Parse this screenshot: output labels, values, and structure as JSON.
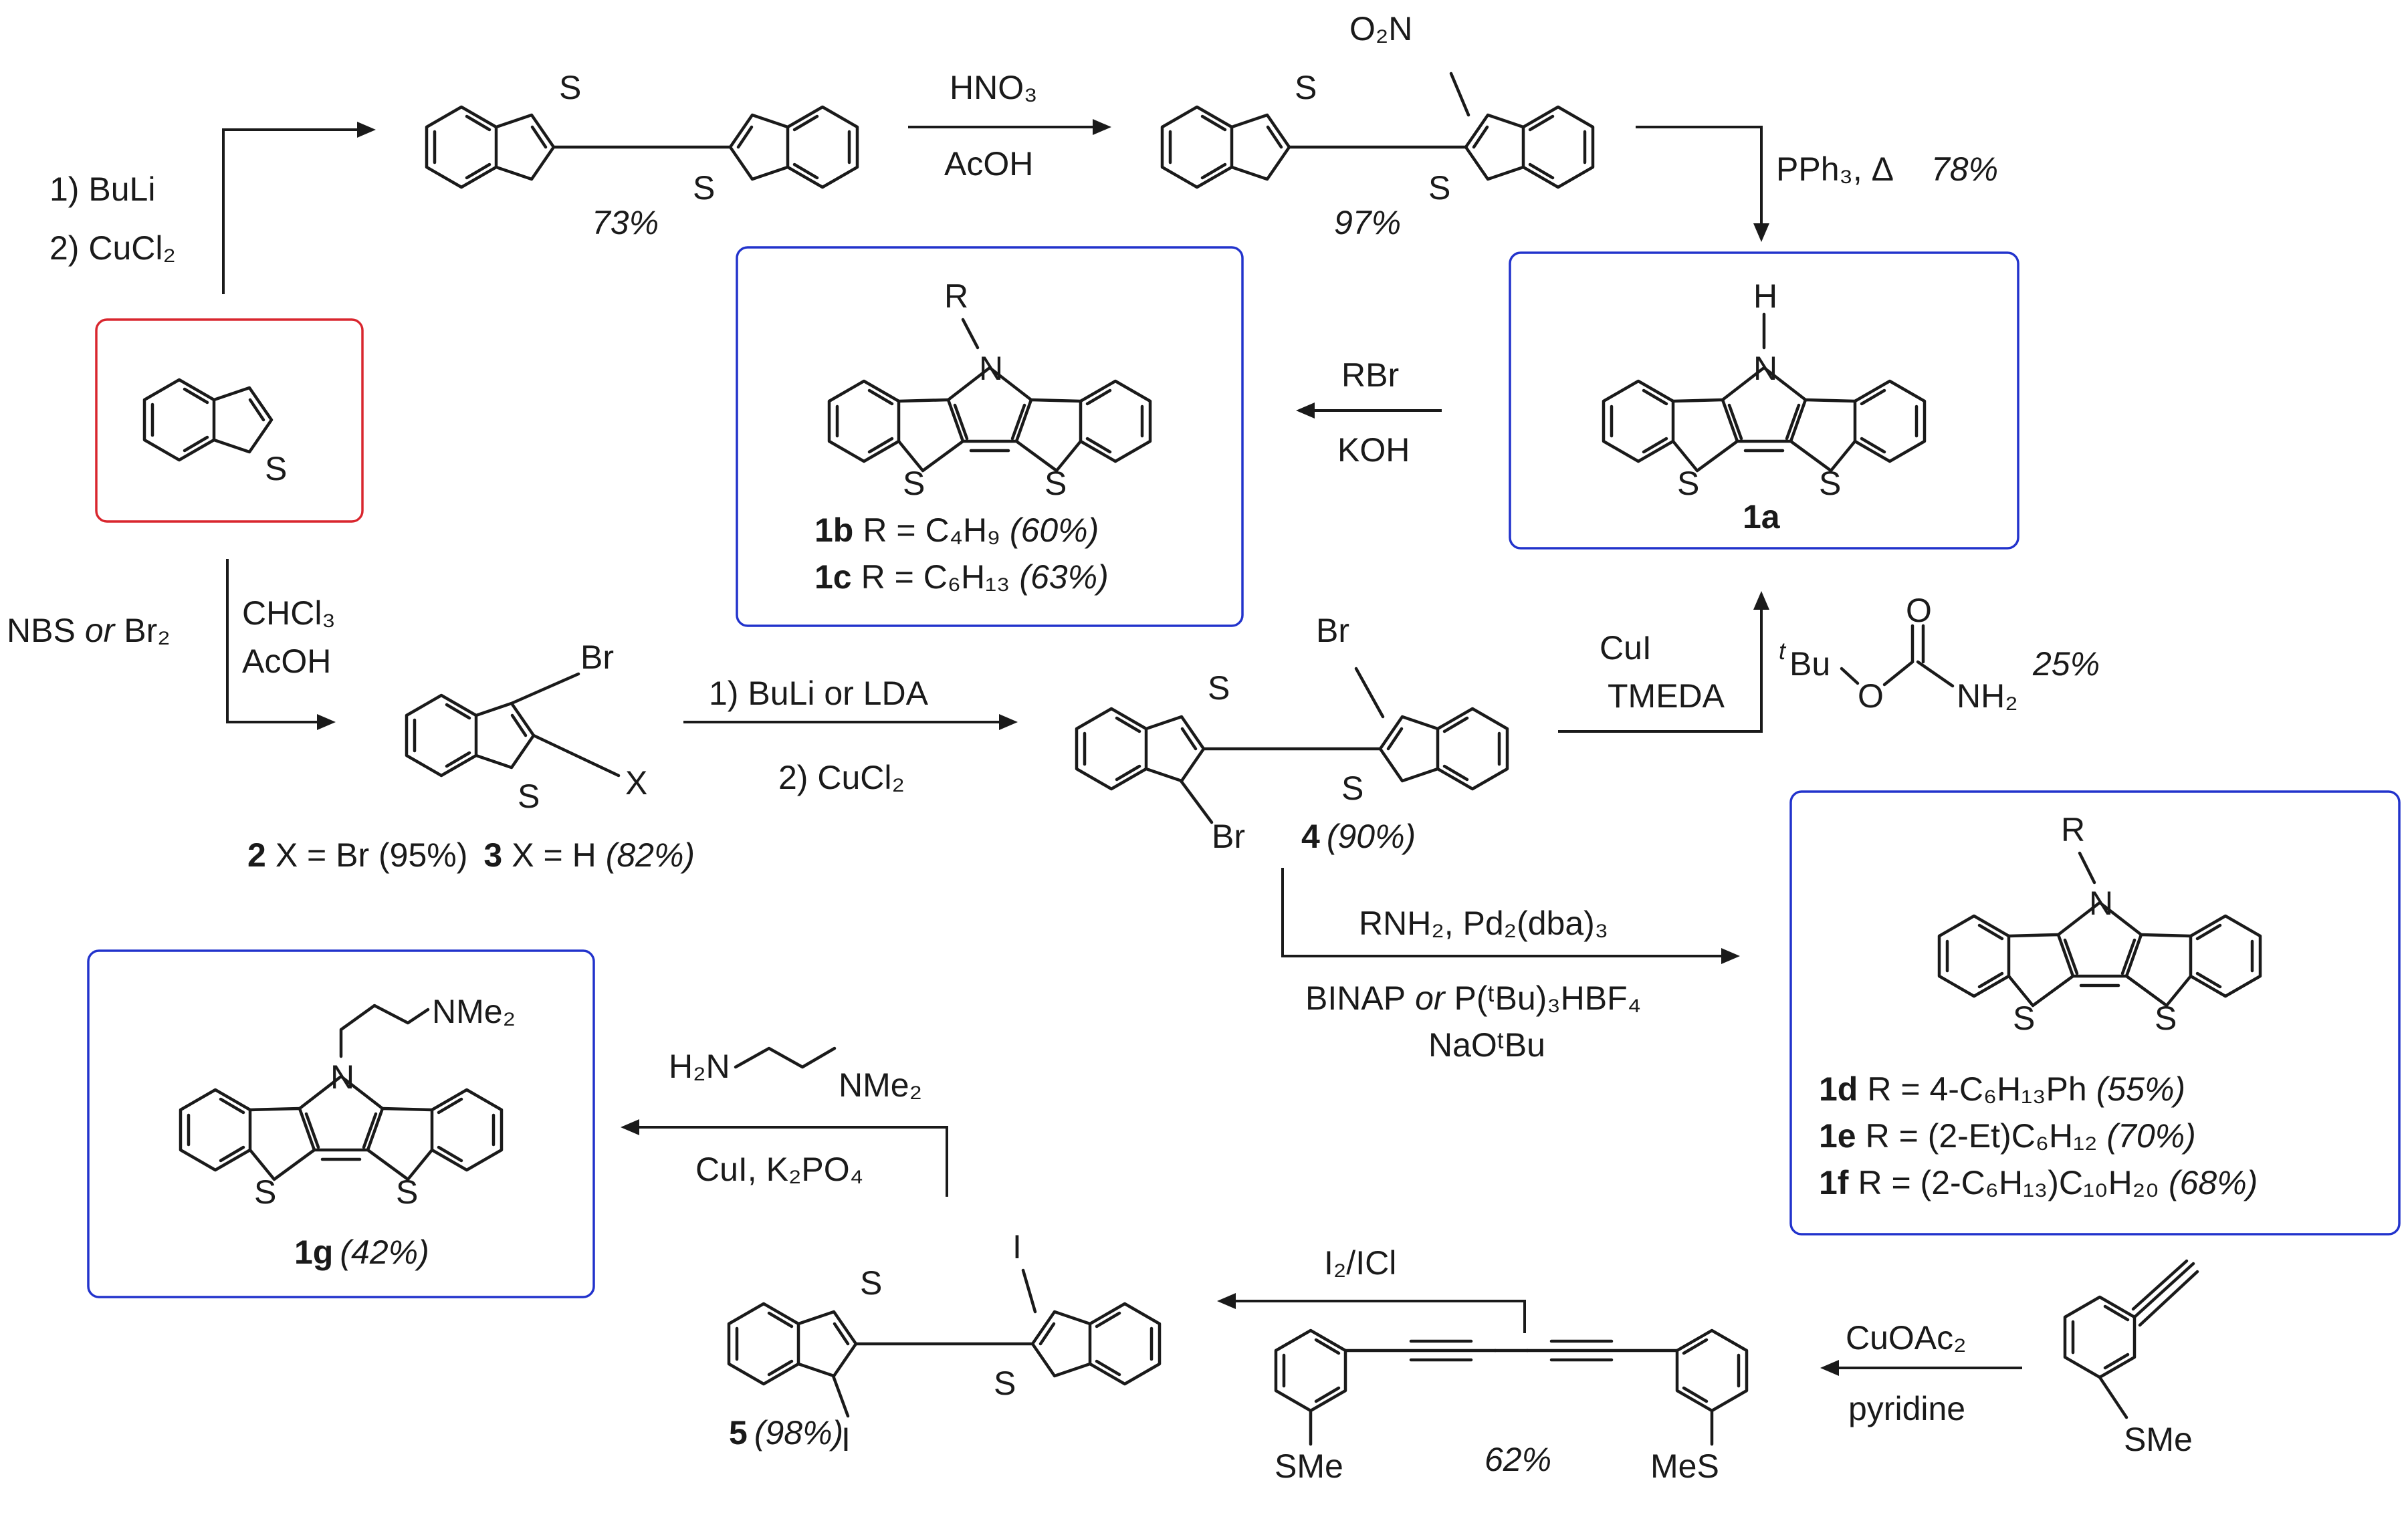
{
  "atoms": {
    "S": "S",
    "N": "N",
    "H": "H",
    "Br": "Br",
    "I": "I",
    "X": "X",
    "R": "R",
    "O": "O",
    "NO2": "O₂N"
  },
  "compounds": {
    "1a": "1a",
    "1b": "1b",
    "1b_rest": "R = C₄H₉",
    "1b_yield": "(60%)",
    "1c": "1c",
    "1c_rest": "R = C₆H₁₃",
    "1c_yield": "(63%)",
    "1d": "1d",
    "1d_rest": "R = 4-C₆H₁₃Ph",
    "1d_yield": "(55%)",
    "1e": "1e",
    "1e_rest": "R = (2-Et)C₆H₁₂",
    "1e_yield": "(70%)",
    "1f": "1f",
    "1f_rest": "R = (2-C₆H₁₃)C₁₀H₂₀",
    "1f_yield": "(68%)",
    "1g": "1g",
    "1g_yield": "(42%)",
    "c2": "2",
    "c2_rest": "X = Br (95%)",
    "c3": "3",
    "c3_rest": "X = H",
    "c3_yield": "(82%)",
    "c4": "4",
    "c4_yield": "(90%)",
    "c5": "5",
    "c5_yield": "(98%)"
  },
  "yields": {
    "bibt": "73%",
    "nitro": "97%",
    "pph3": "78%",
    "boc": "25%",
    "diyne": "62%"
  },
  "conditions": {
    "buli1": "1) BuLi",
    "cucl2_1": "2) CuCl₂",
    "hno3": "HNO₃",
    "acoh1": "AcOH",
    "pph3": "PPh₃, Δ",
    "rbr": "RBr",
    "koh": "KOH",
    "nbs": "NBS",
    "or": "or",
    "br2": "Br₂",
    "chcl3": "CHCl₃",
    "acoh2": "AcOH",
    "buli_lda": "1) BuLi or LDA",
    "cucl2_2": "2) CuCl₂",
    "cui": "CuI",
    "tmeda": "TMEDA",
    "tbu": "Bu",
    "tbu_sup": "t",
    "nh2": "NH₂",
    "rnh2": "RNH₂, Pd₂(dba)₃",
    "binap": "BINAP",
    "ptbu": "P(ᵗBu)₃HBF₄",
    "naotbu": "NaOᵗBu",
    "h2n": "H₂N",
    "nme2": "NMe₂",
    "cui_k2po4": "CuI, K₂PO₄",
    "i2icl": "I₂/ICl",
    "cuoac2": "CuOAc₂",
    "pyridine": "pyridine",
    "sme": "SMe",
    "mes": "MeS"
  },
  "colors": {
    "highlight_box": "#d9262e",
    "product_box": "#2233cc",
    "ink": "#1a1a1a"
  }
}
